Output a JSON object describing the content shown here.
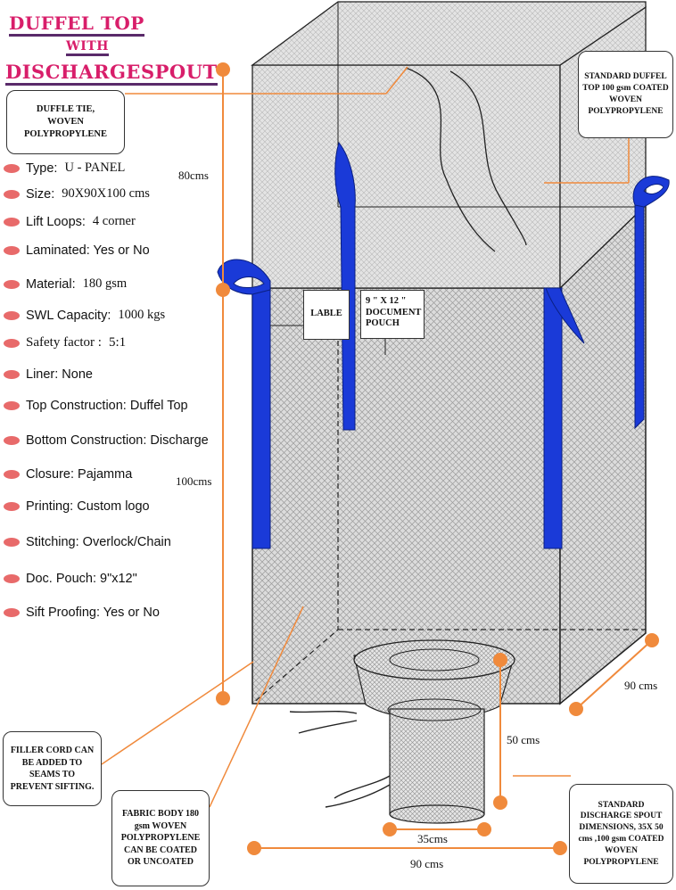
{
  "title": {
    "line1": "DUFFEL  TOP",
    "line2": "WITH",
    "line3": "DISCHARGESPOUT"
  },
  "specs": [
    {
      "label": "Type:",
      "value": "U - PANEL"
    },
    {
      "label": "Size:",
      "value": "90X90X100 cms"
    },
    {
      "label": "Lift Loops:",
      "value": "4 corner"
    },
    {
      "label": "Laminated: Yes or No",
      "value": ""
    },
    {
      "label": "Material:",
      "value": "180 gsm"
    },
    {
      "label": "SWL Capacity:",
      "value": "1000 kgs"
    },
    {
      "label": "Safety factor :",
      "value": "5:1"
    },
    {
      "label": "Liner: None",
      "value": ""
    },
    {
      "label": "Top Construction: Duffel Top",
      "value": ""
    },
    {
      "label": "Bottom Construction: Discharge",
      "value": ""
    },
    {
      "label": "Closure: Pajamma",
      "value": ""
    },
    {
      "label": "Printing: Custom logo",
      "value": ""
    },
    {
      "label": "Stitching: Overlock/Chain",
      "value": ""
    },
    {
      "label": "Doc. Pouch: 9\"x12\"",
      "value": ""
    },
    {
      "label": "Sift Proofing: Yes or No",
      "value": ""
    }
  ],
  "callouts": {
    "duffle_tie": "DUFFLE TIE, WOVEN POLYPROPYLENE",
    "standard_duffel_top": "STANDARD DUFFEL TOP 100 gsm COATED WOVEN POLYPROPYLENE",
    "lable": "LABLE",
    "document_pouch": "9 \" X 12 \" DOCUMENT POUCH",
    "filler_cord": "FILLER CORD CAN BE ADDED TO SEAMS TO PREVENT SIFTING.",
    "fabric_body": "FABRIC BODY 180 gsm WOVEN POLYPROPYLENE CAN BE COATED OR UNCOATED",
    "discharge_spout": "STANDARD DISCHARGE SPOUT DIMENSIONS, 35X 50 cms ,100 gsm COATED WOVEN POLYPROPYLENE"
  },
  "dimensions": {
    "top_height": "80cms",
    "body_height": "100cms",
    "depth": "90 cms",
    "spout_height": "50 cms",
    "spout_width": "35cms",
    "width": "90 cms"
  },
  "colors": {
    "title": "#d81e6a",
    "title_underline": "#5a2a6a",
    "bullet": "#e86a6a",
    "dimension_line": "#f08a3c",
    "lift_loop": "#1a3ad8",
    "fabric_fill": "#d8d8d8",
    "top_fill": "#e2e2e2"
  }
}
